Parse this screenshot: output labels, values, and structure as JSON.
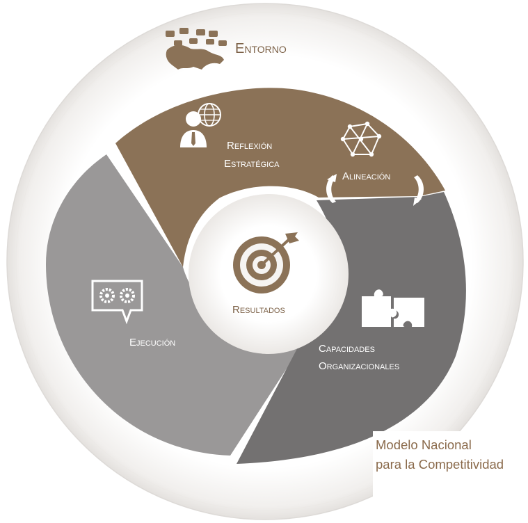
{
  "diagram": {
    "outer_label": "Entorno",
    "sections": {
      "reflexion": {
        "line1": "Reflexión",
        "line2": "Estratégica"
      },
      "alineacion": "Alineación",
      "ejecucion": "Ejecución",
      "capacidades": {
        "line1": "Capacidades",
        "line2": "Organizacionales"
      },
      "resultados": "Resultados"
    },
    "title": {
      "line1": "Modelo Nacional",
      "line2": "para la Competitividad"
    },
    "colors": {
      "brown": "#8b7257",
      "light_gray": "#9a9898",
      "dark_gray": "#737171",
      "ring": "#f6f5f4",
      "center": "#f3f1ef",
      "target": "#8b7257"
    },
    "icons": [
      "speech-bubbles-world-map-icon",
      "person-globe-icon",
      "network-polygon-icon",
      "gears-speech-bubble-icon",
      "puzzle-pieces-icon",
      "target-arrow-icon",
      "curved-arrows-icon"
    ]
  }
}
